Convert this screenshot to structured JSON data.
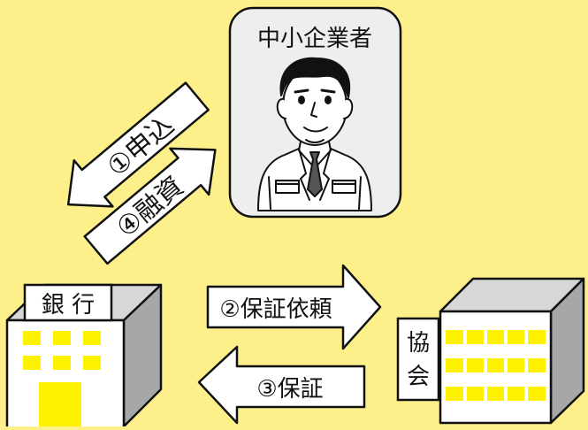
{
  "colors": {
    "background": "#fdf08a",
    "card": "#eeeeee",
    "window": "#fff200",
    "roof": "#d7d7d7",
    "side": "#a7a7a7",
    "outline": "#111111"
  },
  "person": {
    "label": "中小企業者",
    "icon": "businessman-portrait-icon"
  },
  "bank": {
    "label": "銀 行",
    "icon": "bank-building-icon"
  },
  "association": {
    "label_lines": [
      "協",
      "会"
    ],
    "icon": "association-building-icon"
  },
  "steps": {
    "apply": "①申込",
    "finance": "④融資",
    "guarantee_request": "②保証依頼",
    "guarantee": "③保証"
  }
}
